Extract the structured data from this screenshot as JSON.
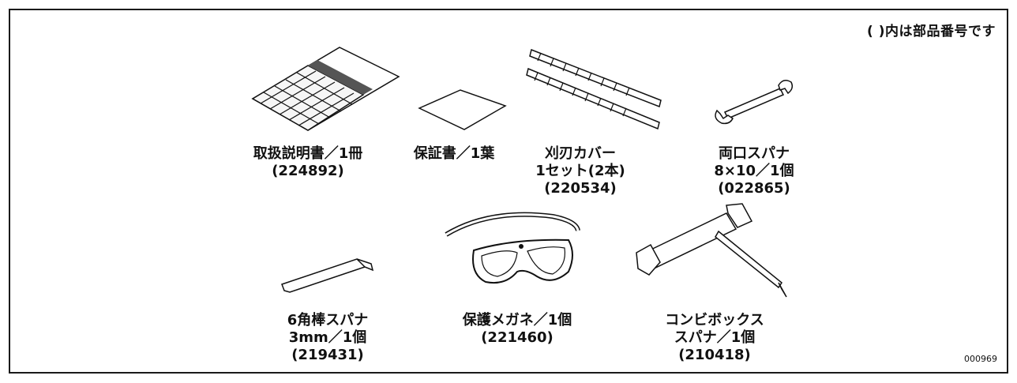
{
  "note": "(  )内は部品番号です",
  "figure_code": "000969",
  "items": [
    {
      "lines": [
        "取扱説明書／1冊",
        "(224892)"
      ],
      "icon": "manual-icon"
    },
    {
      "lines": [
        "保証書／1葉"
      ],
      "icon": "warranty-card-icon"
    },
    {
      "lines": [
        "刈刃カバー",
        "1セット(2本)",
        "(220534)"
      ],
      "icon": "blade-cover-icon"
    },
    {
      "lines": [
        "両口スパナ",
        "8×10／1個",
        "(022865)"
      ],
      "icon": "double-end-wrench-icon"
    },
    {
      "lines": [
        "6角棒スパナ",
        "3mm／1個",
        "(219431)"
      ],
      "icon": "hex-key-icon"
    },
    {
      "lines": [
        "保護メガネ／1個",
        "(221460)"
      ],
      "icon": "safety-goggles-icon"
    },
    {
      "lines": [
        "コンビボックス",
        "スパナ／1個",
        "(210418)"
      ],
      "icon": "combination-box-wrench-icon"
    }
  ]
}
